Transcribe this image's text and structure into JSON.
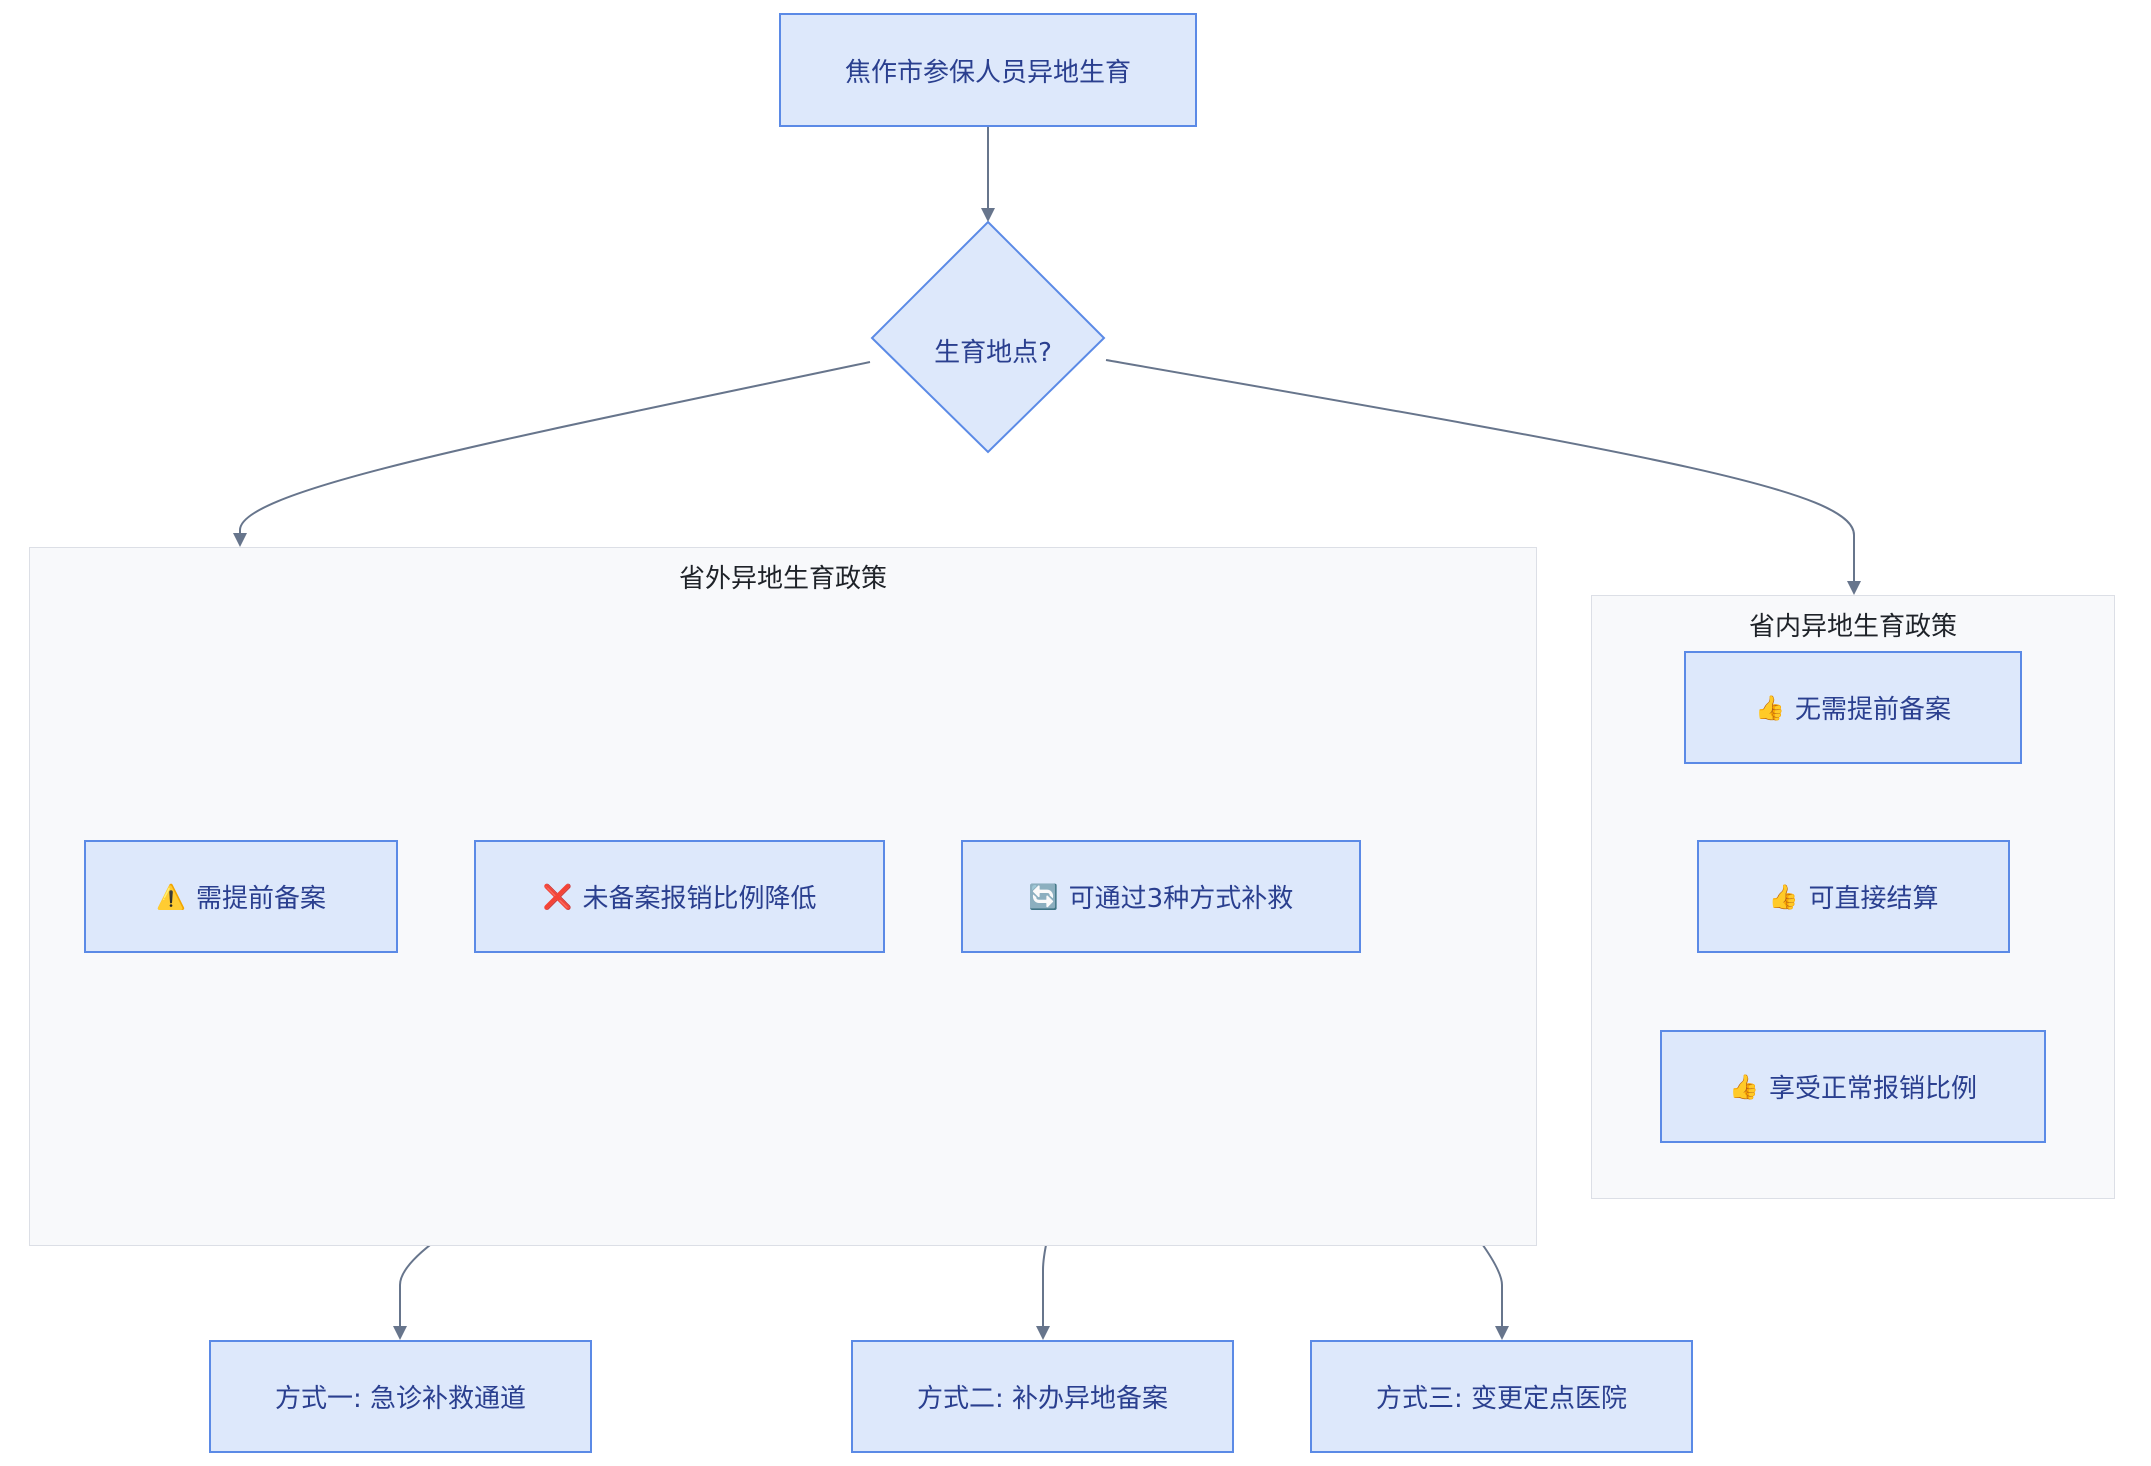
{
  "nodes": {
    "start": "焦作市参保人员异地生育",
    "decision": "生育地点?",
    "out_province_cluster": "省外异地生育政策",
    "in_province_cluster": "省内异地生育政策",
    "need_filing": "需提前备案",
    "reduced_ratio": "未备案报销比例降低",
    "three_remedies": "可通过3种方式补救",
    "no_filing": "无需提前备案",
    "direct_settle": "可直接结算",
    "normal_ratio": "享受正常报销比例",
    "method1": "方式一: 急诊补救通道",
    "method2": "方式二: 补办异地备案",
    "method3": "方式三: 变更定点医院"
  },
  "icons": {
    "need_filing": "⚠️",
    "reduced_ratio": "❌",
    "three_remedies": "🔄",
    "in_province": "👍"
  },
  "colors": {
    "node_fill": "#dde8fb",
    "node_border": "#5b8ae6",
    "node_text": "#2a3f8f",
    "edge": "#67758c",
    "cluster_fill": "#f8f9fb",
    "cluster_border": "#dcdfe6"
  }
}
